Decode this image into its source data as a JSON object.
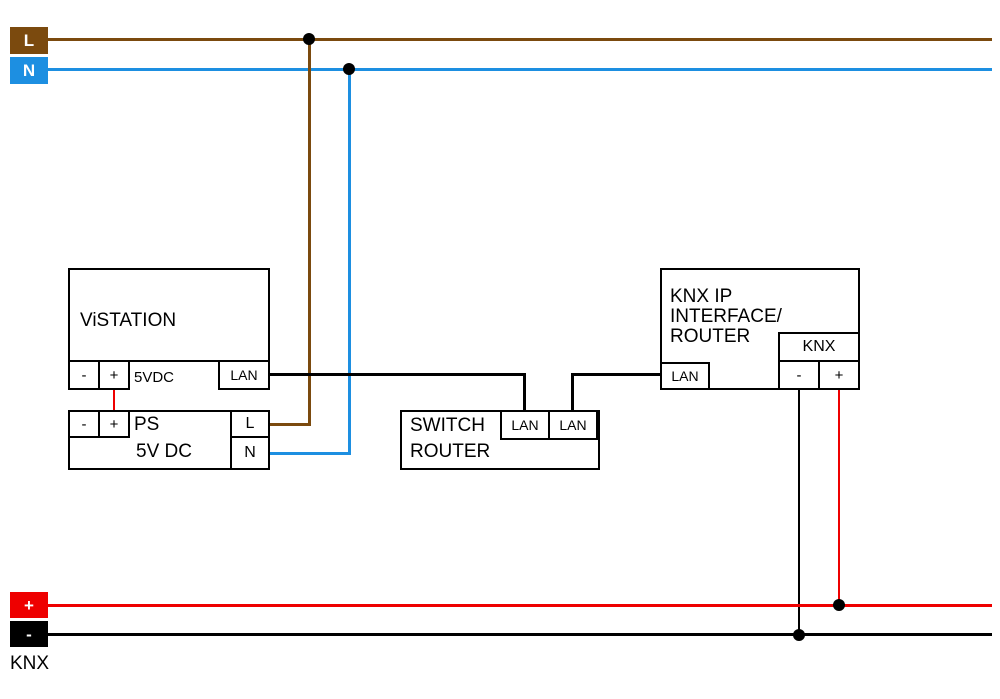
{
  "colors": {
    "l_wire": "#7b4a0e",
    "n_wire": "#1d8fe1",
    "plus_wire": "#ee0000",
    "minus_wire": "#000000",
    "dc_wire": "#ee0000",
    "lan_wire": "#000000"
  },
  "mains_bus": {
    "l_label": "L",
    "n_label": "N"
  },
  "knx_bus": {
    "plus_label": "+",
    "minus_label": "-",
    "caption": "KNX"
  },
  "vistation": {
    "title": "ViSTATION",
    "minus_terminal": "-",
    "plus_terminal": "+",
    "voltage_label": "5VDC",
    "lan_label": "LAN"
  },
  "power_supply": {
    "title": "PS",
    "voltage_label": "5V DC",
    "minus_terminal": "-",
    "plus_terminal": "+",
    "l_terminal": "L",
    "n_terminal": "N"
  },
  "switch_router": {
    "title_lines": [
      "SWITCH",
      "ROUTER"
    ],
    "lan1_label": "LAN",
    "lan2_label": "LAN"
  },
  "knx_ip_router": {
    "title_lines": [
      "KNX IP",
      "INTERFACE/",
      "ROUTER"
    ],
    "knx_label": "KNX",
    "minus_terminal": "-",
    "plus_terminal": "+",
    "lan_label": "LAN"
  }
}
